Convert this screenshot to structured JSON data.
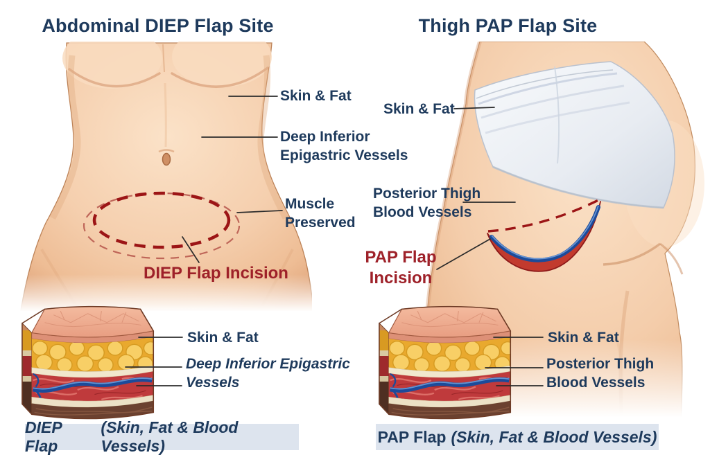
{
  "colors": {
    "navy": "#1e3a5c",
    "incision_red": "#9e2129",
    "caption_bg": "#dde4ee"
  },
  "left_panel": {
    "title": "Abdominal DIEP Flap Site",
    "figure_labels": {
      "skin_fat": "Skin & Fat",
      "vessels_line1": "Deep Inferior",
      "vessels_line2": "Epigastric Vessels",
      "muscle_line1": "Muscle",
      "muscle_line2": "Preserved",
      "incision": "DIEP Flap Incision"
    },
    "block_labels": {
      "skin_fat": "Skin & Fat",
      "vessels_line1": "Deep Inferior Epigastric",
      "vessels_line2": "Vessels"
    },
    "caption": {
      "flap": "DIEP Flap",
      "detail": "(Skin, Fat & Blood Vessels)"
    }
  },
  "right_panel": {
    "title": "Thigh PAP Flap Site",
    "figure_labels": {
      "skin_fat": "Skin & Fat",
      "vessels_line1": "Posterior Thigh",
      "vessels_line2": "Blood Vessels",
      "incision_line1": "PAP Flap",
      "incision_line2": "Incision"
    },
    "block_labels": {
      "skin_fat": "Skin & Fat",
      "vessels_line1": "Posterior Thigh",
      "vessels_line2": "Blood Vessels"
    },
    "caption": {
      "flap": "PAP Flap",
      "detail": "(Skin, Fat & Blood Vessels)"
    }
  }
}
